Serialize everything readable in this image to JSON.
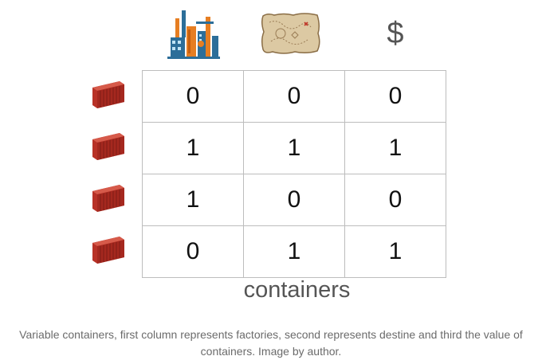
{
  "header": {
    "col3_symbol": "$"
  },
  "icons": {
    "col1": "factory-icon",
    "col2": "treasure-map-icon",
    "col3": "dollar-sign",
    "rows": "shipping-container-icon"
  },
  "table": {
    "rows": [
      [
        "0",
        "0",
        "0"
      ],
      [
        "1",
        "1",
        "1"
      ],
      [
        "1",
        "0",
        "0"
      ],
      [
        "0",
        "1",
        "1"
      ]
    ]
  },
  "xlabel": "containers",
  "caption": "Variable containers, first column represents factories, second represents destine and third the value of containers. Image by author.",
  "colors": {
    "container": "#c0392b",
    "factory_orange": "#e67e22",
    "factory_blue": "#2c6e99",
    "map": "#d9c7a2"
  }
}
